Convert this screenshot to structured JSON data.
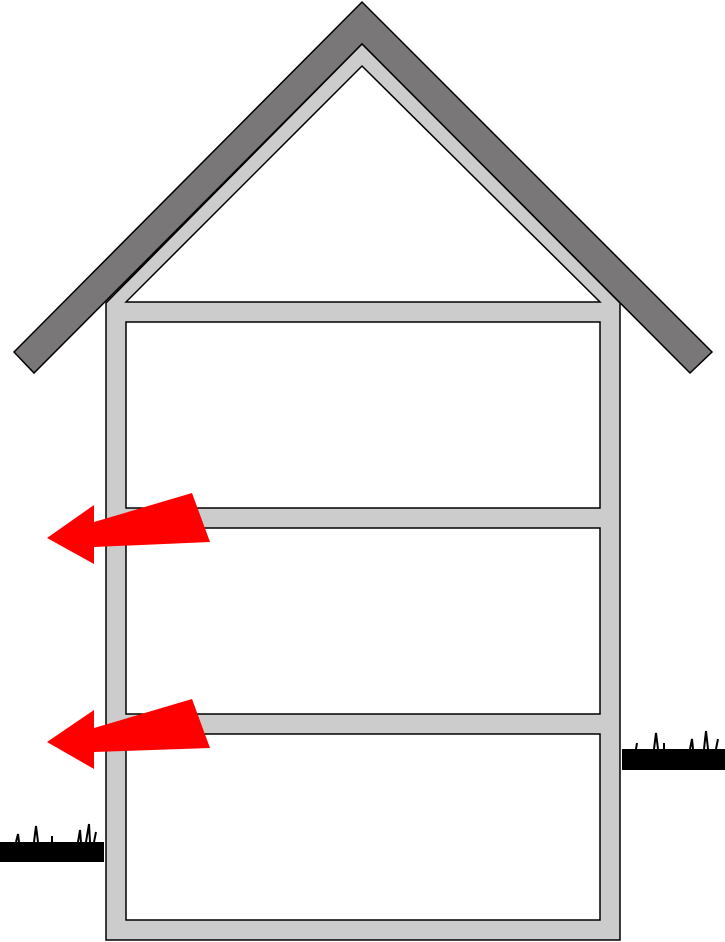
{
  "diagram": {
    "subject": "house-cross-section",
    "colors": {
      "roof": "#7a7778",
      "wall": "#cccccc",
      "outline": "#000000",
      "arrow": "#ff0000",
      "ground": "#000000",
      "background": "#ffffff"
    },
    "floors": 3,
    "heat_loss_arrows": 2,
    "ground_strips": 2
  }
}
